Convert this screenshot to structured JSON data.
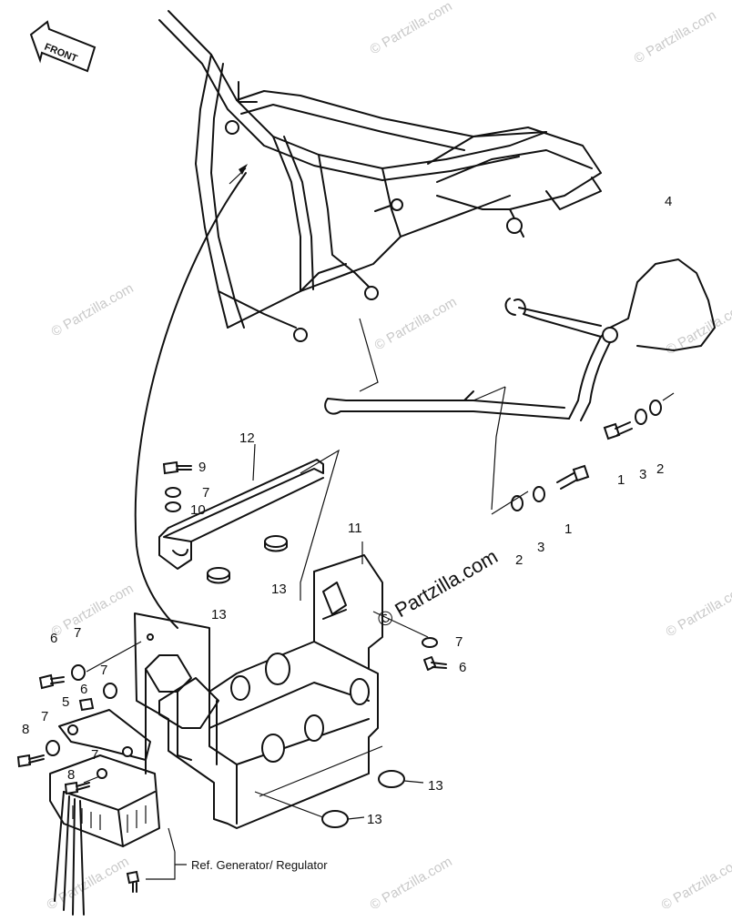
{
  "front_label": "FRONT",
  "callouts": {
    "c1a": "1",
    "c1b": "1",
    "c2a": "2",
    "c2b": "2",
    "c3a": "3",
    "c3b": "3",
    "c4": "4",
    "c5": "5",
    "c6a": "6",
    "c6b": "6",
    "c6c": "6",
    "c7a": "7",
    "c7b": "7",
    "c7c": "7",
    "c7d": "7",
    "c7e": "7",
    "c7f": "7",
    "c8a": "8",
    "c8b": "8",
    "c9": "9",
    "c10": "10",
    "c11": "11",
    "c12": "12",
    "c13a": "13",
    "c13b": "13",
    "c13c": "13",
    "c13d": "13"
  },
  "reference_note": "Ref. Generator/ Regulator",
  "watermark": {
    "text": "© Partzilla.com",
    "color": "#c9c9c9"
  }
}
